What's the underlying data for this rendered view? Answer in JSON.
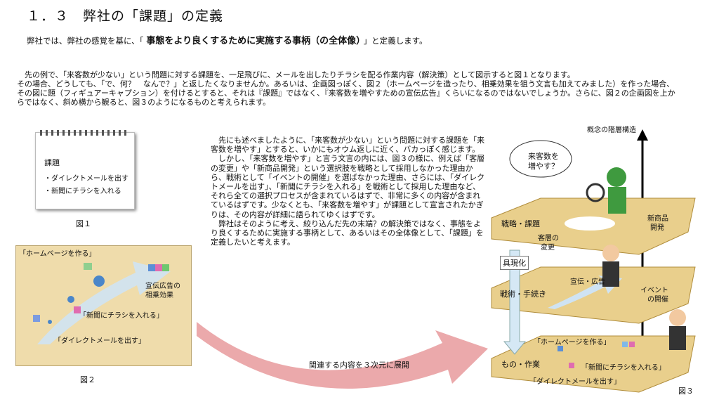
{
  "title": "１．３　弊社の「課題」の定義",
  "intro": {
    "before": "弊社では、弊社の感覚を基に、「",
    "bold": "事態をより良くするために実施する事柄（の全体像）",
    "after": "」と定義します。"
  },
  "para1": {
    "line1": "先の例で、「来客数が少ない」という問題に対する課題を、一足飛びに、メールを出したりチラシを配る作業内容（解決策）として図示すると図１となります。",
    "rest": "その場合、どうしても、「で、何？　なんで？」と返したくなりませんか。あるいは、企画図っぽく、図２（ホームページを造ったり、相乗効果を狙う文言も加えてみました）を作った場合、その図に題（フィギュアーキャプション）を付けるとすると、それは『課題』ではなく、『来客数を増やすための宣伝広告』くらいになるのではないでしょうか。さらに、図２の企画図を上からではなく、斜め横から観ると、図３のようになるものと考えられます。"
  },
  "para2": {
    "p1": "先にも述べましたように、「来客数が少ない」という問題に対する課題を「来客数を増やす」とすると、いかにもオウム返しに近く、バカっぽく感じます。",
    "p2": "しかし、「来客数を増やす」と言う文言の内には、図３の様に、例えば「客層の変更」や「新商品開発」という選択肢を戦略として採用しなかった理由から、戦術として「イベントの開催」を選ばなかった理由、さらには、「ダイレクトメールを出す」、「新聞にチラシを入れる」を戦術として採用した理由など、それら全ての選択プロセスが含まれているはずで、非常に多くの内容が含まれているはずです。少なくとも、「来客数を増やす」が課題として宣言されたかぎりは、その内容が詳細に語られてゆくはずです。",
    "p3": "弊社はそのように考え、絞り込んだ先の末端？の解決策ではなく、事態をより良くするために実施する事柄として、あるいはその全体像として、「課題」を定義したいと考えます。"
  },
  "fig1": {
    "title": "課題",
    "items": [
      "・ダイレクトメールを出す",
      "・新聞にチラシを入れる"
    ],
    "caption": "図１"
  },
  "fig2": {
    "homepage": "「ホームページを作る」",
    "synergy1": "宣伝広告の",
    "synergy2": "相乗効果",
    "flyer": "「新聞にチラシを入れる」",
    "dm": "「ダイレクトメールを出す」",
    "caption": "図２"
  },
  "arrow_label": "関連する内容を３次元に展開",
  "fig3": {
    "axis_label": "概念の階層構造",
    "bubble1": "来客数を",
    "bubble2": "増やす？",
    "plane_top": "戦略・課題",
    "customer1": "客層の",
    "customer2": "変更",
    "newprod1": "新商品",
    "newprod2": "開発",
    "concrete": "具現化",
    "plane_mid": "戦術・手続き",
    "adv": "宣伝・広告",
    "event1": "イベント",
    "event2": "の開催",
    "plane_bot": "もの・作業",
    "homepage": "「ホームページを作る」",
    "flyer": "「新聞にチラシを入れる」",
    "dm": "「ダイレクトメールを出す」",
    "caption": "図３"
  },
  "colors": {
    "plane": "#e9cf8c",
    "plane_edge": "#b08d3c",
    "arrow": "#e9a0a2",
    "fig2_bg": "#efdcab"
  }
}
